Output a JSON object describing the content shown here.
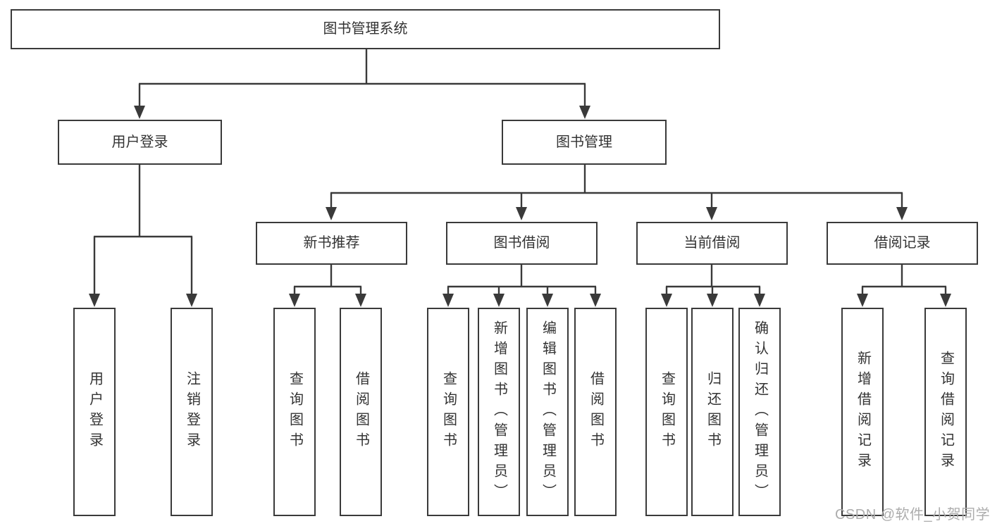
{
  "colors": {
    "line": "#3a3a3a",
    "text": "#333333",
    "box-bg": "#ffffff",
    "watermark": "#adadad"
  },
  "watermark": "CSDN @软件_小贺同学",
  "nodes": {
    "root": "图书管理系统",
    "user_login": "用户登录",
    "book_mgmt": "图书管理",
    "new_book_rec": "新书推荐",
    "book_borrow": "图书借阅",
    "current_borrow": "当前借阅",
    "borrow_record": "借阅记录",
    "ul_user_login": "用户登录",
    "ul_logout": "注销登录",
    "nb_query_books": "查询图书",
    "nb_borrow_books": "借阅图书",
    "bb_query_books": "查询图书",
    "bb_add_books": "新增图书（管理员）",
    "bb_edit_books": "编辑图书（管理员）",
    "bb_borrow_books": "借阅图书",
    "cb_query_books": "查询图书",
    "cb_return_books": "归还图书",
    "cb_confirm_return": "确认归还（管理员）",
    "br_add_record": "新增借阅记录",
    "br_query_record": "查询借阅记录"
  }
}
